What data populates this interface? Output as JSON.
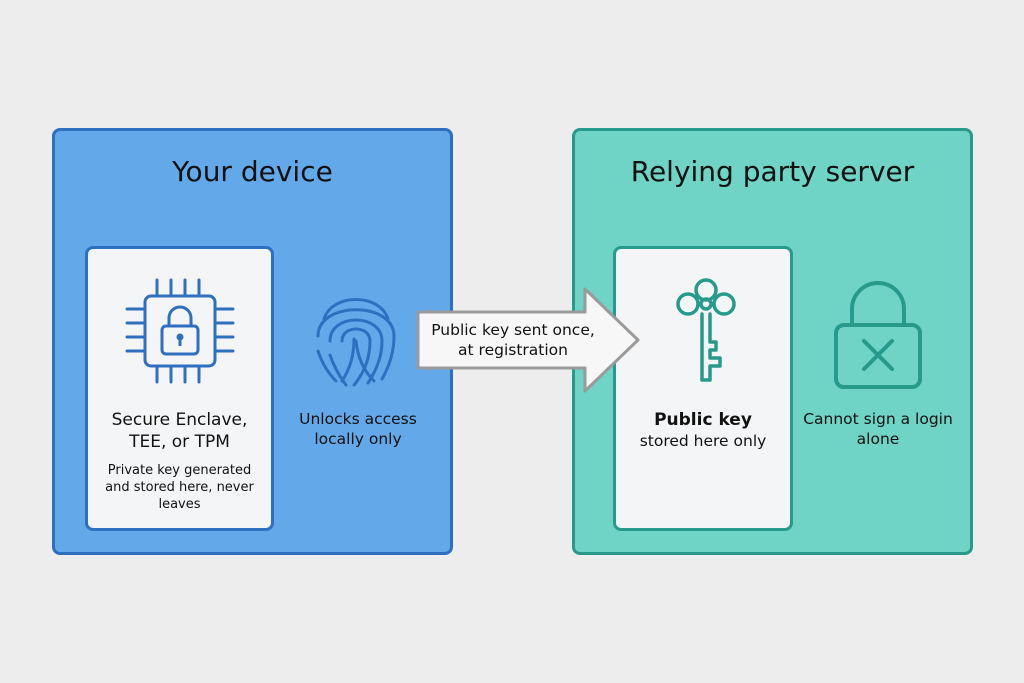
{
  "device": {
    "title": "Your device",
    "enclave_title": "Secure Enclave, TEE, or TPM",
    "enclave_desc": "Private key generated and stored here, never leaves",
    "biometric_caption": "Unlocks access locally only",
    "icons": {
      "chip": "chip-lock-icon",
      "fingerprint": "fingerprint-icon"
    },
    "colors": {
      "fill": "#63a9ea",
      "border": "#2f6fbf"
    }
  },
  "arrow": {
    "label": "Public key sent once, at registration"
  },
  "server": {
    "title": "Relying party server",
    "pubkey_title": "Public key",
    "pubkey_desc": "stored here only",
    "lock_caption": "Cannot sign a login alone",
    "icons": {
      "key": "key-icon",
      "lock": "lock-x-icon"
    },
    "colors": {
      "fill": "#6fd3c6",
      "border": "#279a8c"
    }
  }
}
